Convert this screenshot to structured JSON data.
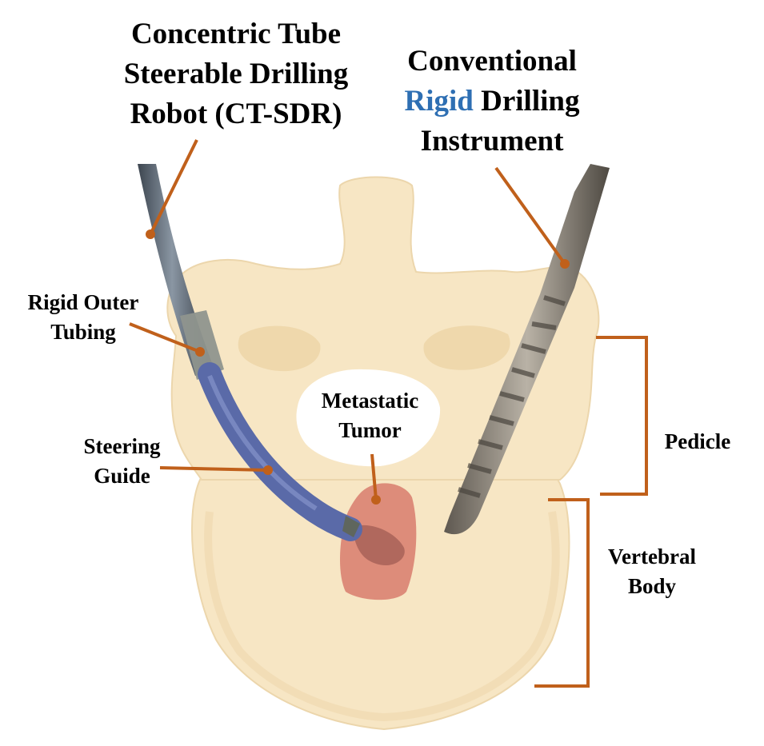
{
  "title_left": {
    "line1": "Concentric Tube",
    "line2": "Steerable Drilling",
    "line3": "Robot (CT-SDR)"
  },
  "title_right": {
    "line1": "Conventional",
    "line2_highlight": "Rigid",
    "line2_rest": " Drilling",
    "line3": "Instrument"
  },
  "labels": {
    "rigid_outer_tubing_1": "Rigid Outer",
    "rigid_outer_tubing_2": "Tubing",
    "steering_guide_1": "Steering",
    "steering_guide_2": "Guide",
    "metastatic_tumor_1": "Metastatic",
    "metastatic_tumor_2": "Tumor",
    "pedicle": "Pedicle",
    "vertebral_body_1": "Vertebral",
    "vertebral_body_2": "Body"
  },
  "colors": {
    "bone": "#f7e6c4",
    "bone_shadow": "#ead3a6",
    "leader": "#c0601b",
    "highlight_blue": "#2e6fb3",
    "steering_guide": "#5a6aa8",
    "outer_tube": "#66727f",
    "tumor": "#d98070",
    "drill": "#8c8478"
  }
}
